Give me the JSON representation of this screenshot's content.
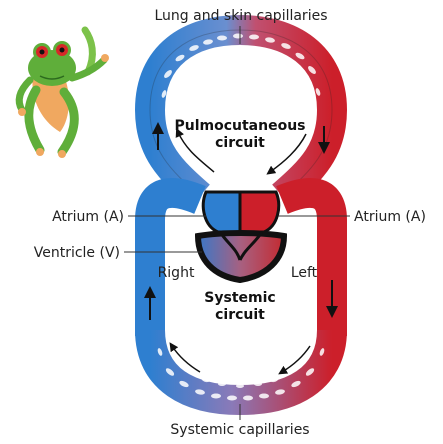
{
  "labels": {
    "lung_capillaries": "Lung and skin capillaries",
    "pulmo_line1": "Pulmocutaneous",
    "pulmo_line2": "circuit",
    "atrium_left": "Atrium (A)",
    "atrium_right": "Atrium (A)",
    "ventricle": "Ventricle (V)",
    "right": "Right",
    "left": "Left",
    "systemic_line1": "Systemic",
    "systemic_line2": "circuit",
    "systemic_capillaries": "Systemic capillaries"
  },
  "colors": {
    "oxygen_poor": "#2e7fd0",
    "oxygen_rich": "#cc1f2a",
    "heart_wall": "#111111",
    "frog_green": "#5fae3a"
  },
  "icons": {
    "frog": "tree-frog-icon"
  }
}
